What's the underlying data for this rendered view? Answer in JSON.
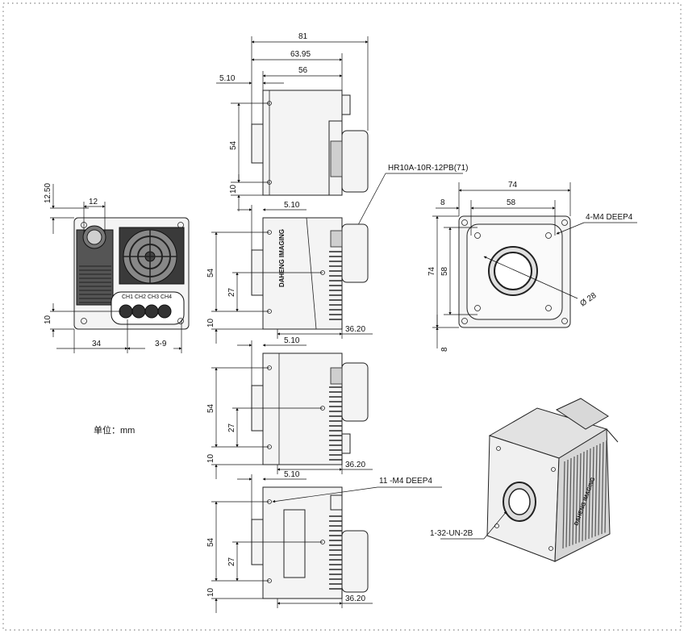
{
  "units_label": "单位：mm",
  "connector_label": "HR10A-10R-12PB(71)",
  "front_view": {
    "dims": {
      "width_outer": "74",
      "width_inner": "58",
      "height_outer": "74",
      "height_inner": "58",
      "offset_top": "8",
      "offset_bottom": "8",
      "lens_diameter": "Ø 28"
    },
    "mount_hole_label": "4-M4 DEEP4"
  },
  "back_view": {
    "dims": {
      "top": "12.50",
      "connector_width": "12",
      "bottom": "10",
      "left_width": "34",
      "right_width": "3-9"
    },
    "io_labels": [
      "CH1",
      "CH2",
      "CH3",
      "CH4"
    ]
  },
  "top_view": {
    "dims": {
      "total": "81",
      "mid": "63.95",
      "inner": "56",
      "flange": "5.10",
      "height": "54",
      "bottom": "10"
    }
  },
  "side_views": [
    {
      "flange": "5.10",
      "height": "54",
      "mid": "27",
      "bottom": "10",
      "depth": "36.20",
      "brand": "DAHENG IMAGING"
    },
    {
      "flange": "5.10",
      "height": "54",
      "mid": "27",
      "bottom": "10",
      "depth": "36.20"
    },
    {
      "flange": "5.10",
      "height": "54",
      "mid": "27",
      "bottom": "10",
      "depth": "36.20",
      "hole_label": "11 -M4 DEEP4"
    }
  ],
  "iso_view": {
    "thread_label": "1-32-UN-2B",
    "brand": "DAHENG IMAGING"
  }
}
